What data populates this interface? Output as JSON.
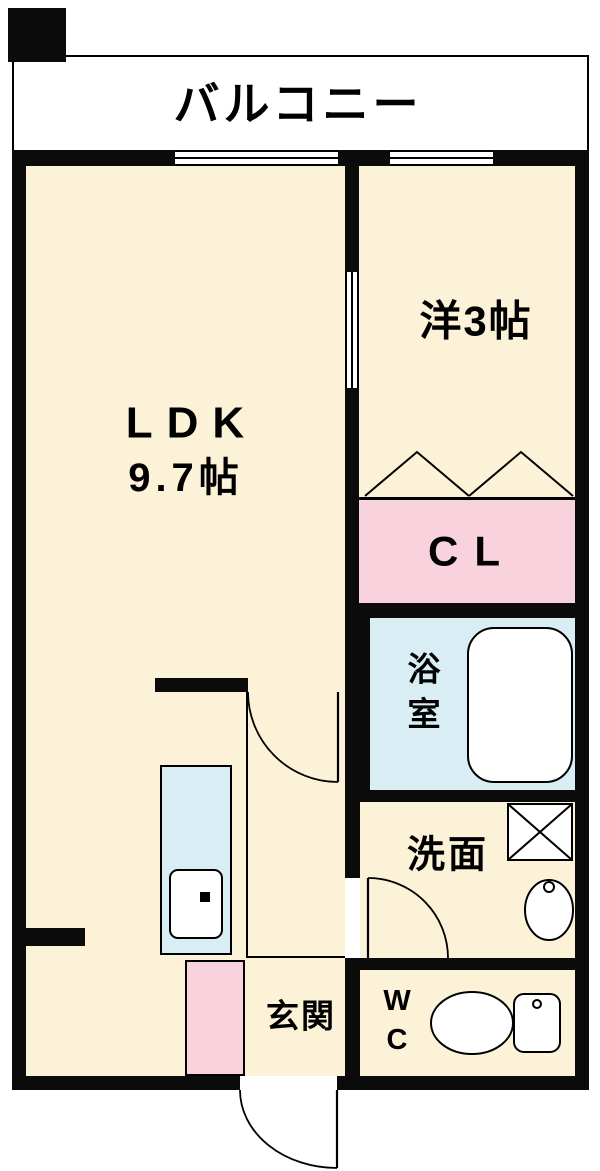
{
  "floorplan": {
    "balcony": {
      "label": "バルコニー"
    },
    "rooms": {
      "western_room": {
        "label": "洋3帖"
      },
      "ldk": {
        "name": "LDK",
        "size": "9.7帖"
      },
      "closet": {
        "label": "CL"
      },
      "bathroom": {
        "label": "浴\n室"
      },
      "washroom": {
        "label": "洗面"
      },
      "toilet": {
        "label": "W\nC"
      },
      "entrance": {
        "label": "玄関"
      }
    },
    "colors": {
      "room_cream": "#fcf2d8",
      "closet_pink": "#f8d2dc",
      "water_blue": "#d9edf4",
      "wall_black": "#0b0b0b",
      "line_black": "#000000"
    }
  }
}
